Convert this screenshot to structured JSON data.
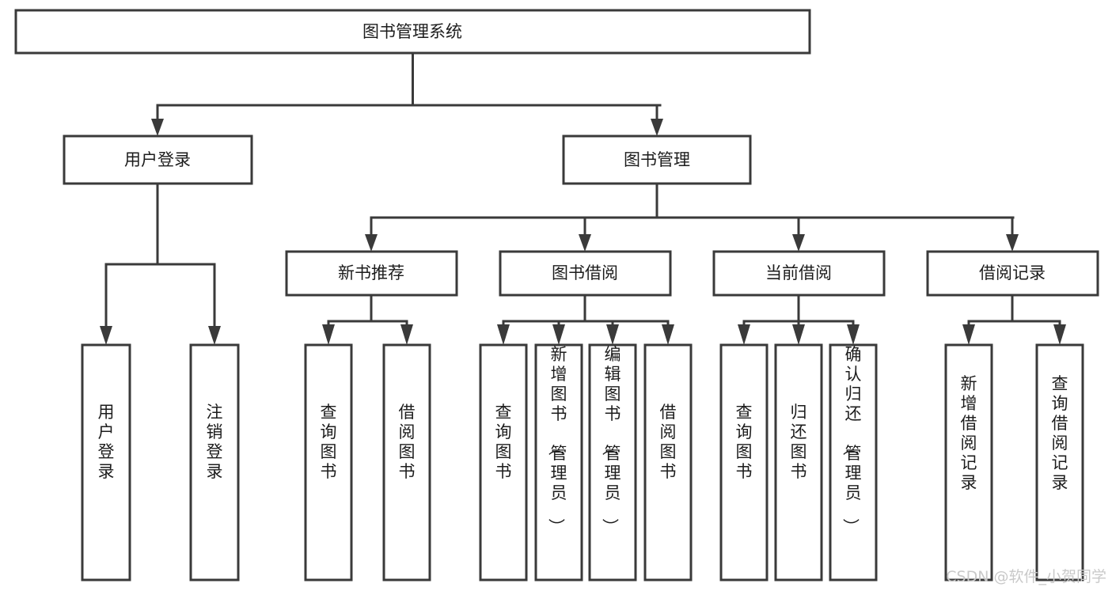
{
  "diagram": {
    "type": "tree-hierarchy-chart",
    "title": "图书管理系统",
    "colors": {
      "background": "#ffffff",
      "box_fill": "#ffffff",
      "box_stroke": "#3a3a3a",
      "text": "#1c1c1c",
      "connector": "#3a3a3a",
      "watermark": "#c9c9c9"
    },
    "root": {
      "label": "图书管理系统"
    },
    "level2": [
      {
        "label": "用户登录"
      },
      {
        "label": "图书管理"
      }
    ],
    "level3": [
      {
        "label": "新书推荐"
      },
      {
        "label": "图书借阅"
      },
      {
        "label": "当前借阅"
      },
      {
        "label": "借阅记录"
      }
    ],
    "leaves": {
      "user_login": [
        {
          "label": "用户登录"
        },
        {
          "label": "注销登录"
        }
      ],
      "new_book_recommend": [
        {
          "label": "查询图书"
        },
        {
          "label": "借阅图书"
        }
      ],
      "book_borrow": [
        {
          "label": "查询图书"
        },
        {
          "label": "新增图书（管理员）"
        },
        {
          "label": "编辑图书（管理员）"
        },
        {
          "label": "借阅图书"
        }
      ],
      "current_borrow": [
        {
          "label": "查询图书"
        },
        {
          "label": "归还图书"
        },
        {
          "label": "确认归还（管理员）"
        }
      ],
      "borrow_record": [
        {
          "label": "新增借阅记录"
        },
        {
          "label": "查询借阅记录"
        }
      ]
    }
  },
  "watermark": {
    "text": "CSDN @软件_小贺同学"
  }
}
